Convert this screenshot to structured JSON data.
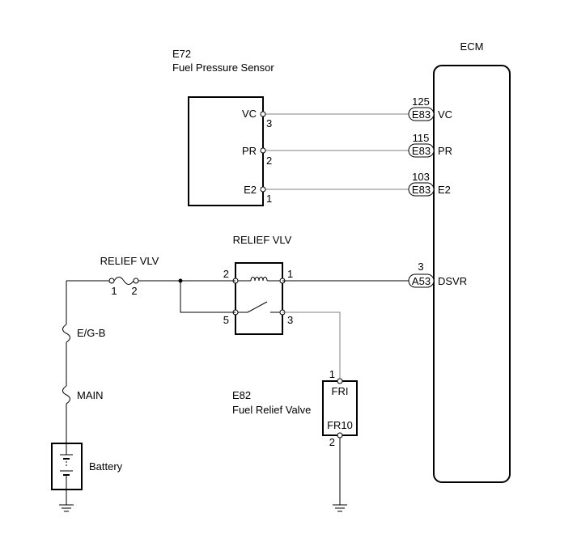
{
  "ecm": {
    "title": "ECM",
    "pins": [
      {
        "num": "125",
        "connector": "E83",
        "name": "VC"
      },
      {
        "num": "115",
        "connector": "E83",
        "name": "PR"
      },
      {
        "num": "103",
        "connector": "E83",
        "name": "E2"
      },
      {
        "num": "3",
        "connector": "A53",
        "name": "DSVR"
      }
    ]
  },
  "sensor": {
    "code": "E72",
    "name": "Fuel Pressure Sensor",
    "pins": [
      {
        "label": "VC",
        "num": "3"
      },
      {
        "label": "PR",
        "num": "2"
      },
      {
        "label": "E2",
        "num": "1"
      }
    ]
  },
  "relay": {
    "name": "RELIEF VLV",
    "pins": {
      "p1": "1",
      "p2": "2",
      "p3": "3",
      "p5": "5"
    }
  },
  "fuse_relief": {
    "name": "RELIEF VLV",
    "pin_a": "1",
    "pin_b": "2"
  },
  "fuse_egb": {
    "name": "E/G-B"
  },
  "fuse_main": {
    "name": "MAIN"
  },
  "battery": {
    "name": "Battery"
  },
  "valve": {
    "code": "E82",
    "name": "Fuel Relief Valve",
    "pin_top_label": "FRI",
    "pin_top_num": "1",
    "pin_bottom_label": "FR10",
    "pin_bottom_num": "2"
  }
}
